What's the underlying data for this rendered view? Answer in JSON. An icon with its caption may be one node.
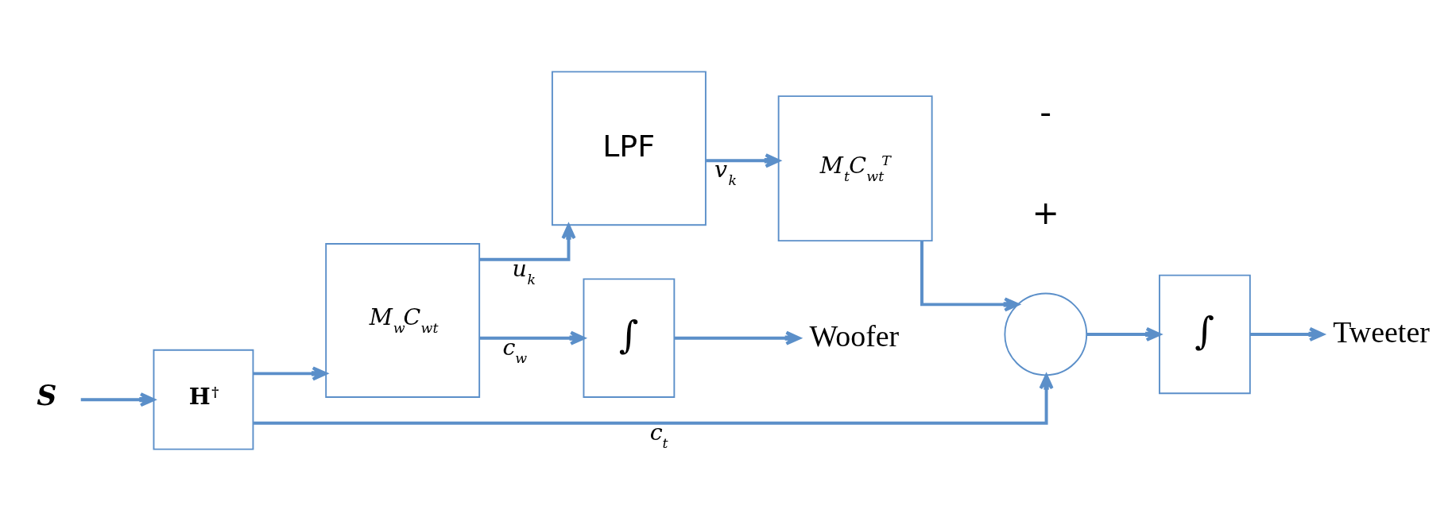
{
  "diagram": {
    "nodes": [
      {
        "text": [
          "S"
        ]
      },
      {
        "text": [
          "H$^{†}$"
        ]
      },
      {
        "text": [
          "M$_{w}$C$_{wt}$"
        ]
      },
      {
        "text": [
          "LPF"
        ]
      },
      {
        "text": [
          "M$_{t}$C$_{wt}$$^{T}$"
        ]
      },
      {
        "text": [],
        "shape": "circle"
      },
      {
        "text": [
          "∫"
        ]
      },
      {
        "text": [
          "Tweeter"
        ]
      },
      {
        "text": [
          "∫"
        ]
      },
      {
        "text": [
          "Woofer"
        ]
      }
    ],
    "edges": [
      {
        "from": 0,
        "to": 1,
        "arrow": "to"
      },
      {
        "from": 1,
        "to": 5,
        "arrow": "to",
        "label": "c$_{t}$"
      },
      {
        "from": 1,
        "to": 2,
        "arrow": "to"
      },
      {
        "from": 2,
        "to": 3,
        "arrow": "to",
        "label": "u$_{k}$"
      },
      {
        "from": 2,
        "to": 8,
        "arrow": "to",
        "label": "c$_{w}$"
      },
      {
        "from": 3,
        "to": 4,
        "arrow": "to",
        "label": "v$_{k}$"
      },
      {
        "from": 4,
        "to": 5,
        "arrow": "to"
      },
      {
        "from": 5,
        "to": 6,
        "arrow": "to"
      },
      {
        "from": 6,
        "to": 7,
        "arrow": "to"
      },
      {
        "from": 8,
        "to": 9,
        "arrow": "to"
      }
    ],
    "labels": [
      "+",
      "-"
    ]
  }
}
